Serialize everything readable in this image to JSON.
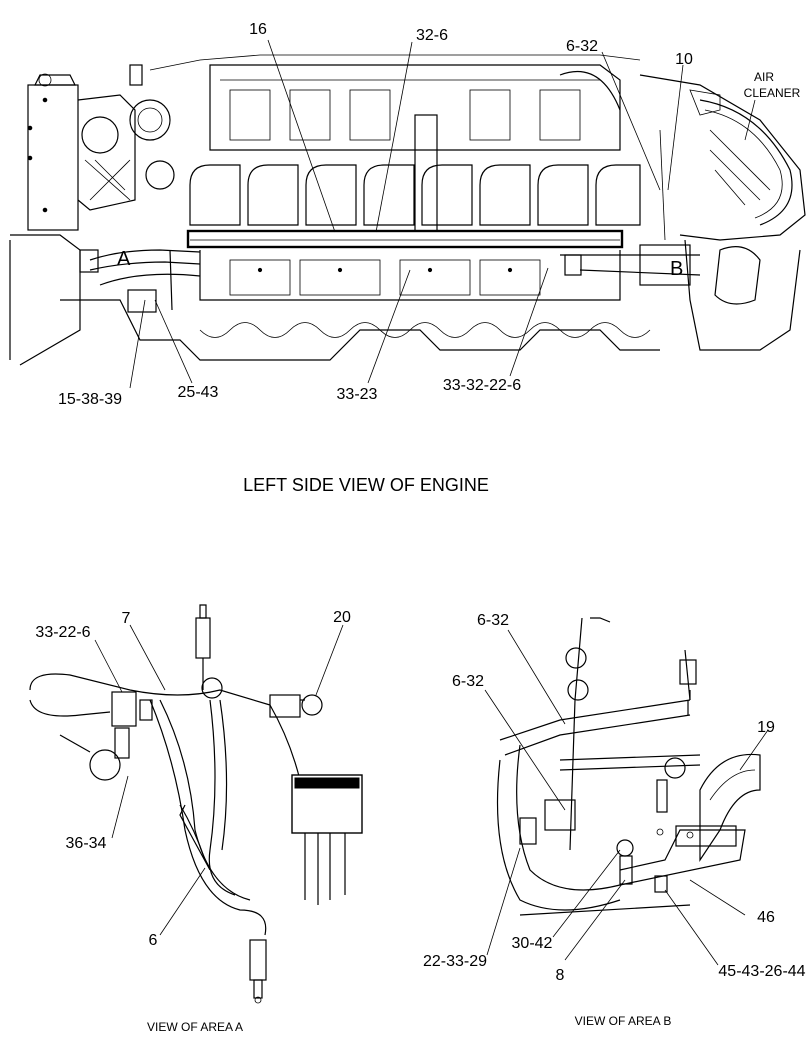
{
  "engine_view": {
    "caption": "LEFT SIDE VIEW OF ENGINE",
    "area_a_letter": "A",
    "area_b_letter": "B",
    "air_cleaner_line1": "AIR",
    "air_cleaner_line2": "CLEANER",
    "callouts": {
      "c16": "16",
      "c32_6": "32-6",
      "c6_32": "6-32",
      "c10": "10",
      "c15_38_39": "15-38-39",
      "c25_43": "25-43",
      "c33_23": "33-23",
      "c33_32_22_6": "33-32-22-6"
    }
  },
  "area_a": {
    "caption": "VIEW OF AREA  A",
    "callouts": {
      "c33_22_6": "33-22-6",
      "c7": "7",
      "c20": "20",
      "c36_34": "36-34",
      "c6": "6"
    }
  },
  "area_b": {
    "caption": "VIEW OF AREA  B",
    "callouts": {
      "c6_32_top": "6-32",
      "c6_32_mid": "6-32",
      "c19": "19",
      "c46": "46",
      "c22_33_29": "22-33-29",
      "c30_42": "30-42",
      "c8": "8",
      "c45_43_26_44": "45-43-26-44"
    }
  }
}
